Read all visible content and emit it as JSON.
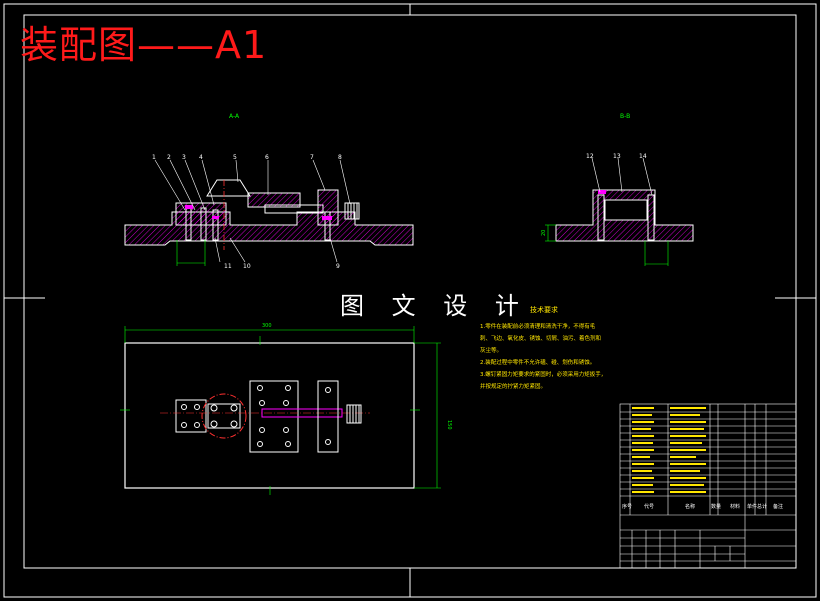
{
  "drawing": {
    "title": "装配图——A1",
    "watermark": "图 文 设 计",
    "section_a_label": "A-A",
    "section_b_label": "B-B"
  },
  "callouts": {
    "section_a_top": [
      "1",
      "2",
      "3",
      "4",
      "5",
      "6",
      "7",
      "8"
    ],
    "section_a_bottom": [
      "11",
      "10",
      "9"
    ],
    "section_b": [
      "12",
      "13",
      "14"
    ]
  },
  "dimensions": {
    "plan_width": "300",
    "plan_height": "150",
    "section_height": "20"
  },
  "tech_requirements": {
    "title": "技术要求",
    "lines": [
      "1.零件在装配前必须清理和清洗干净，不得有毛",
      "刺、飞边、氧化皮、锈蚀、切屑、油污、着色剂和",
      "灰尘等。",
      "2.装配过程中零件不允许磕、碰、划伤和锈蚀。",
      "3.螺钉紧固力矩要求的紧固时，必须采用力矩扳手，",
      "并按规定的拧紧力矩紧固。"
    ]
  },
  "title_block": {
    "header": [
      "序号",
      "代号",
      "名称",
      "数量",
      "材料",
      "单件",
      "总计",
      "备注"
    ]
  },
  "colors": {
    "background": "#000000",
    "outline": "#ffffff",
    "title": "#ff1a1a",
    "hatch": "#ff00ff",
    "dimension": "#00ff00",
    "text_yellow": "#ffe600",
    "centerline": "#ff3030"
  }
}
